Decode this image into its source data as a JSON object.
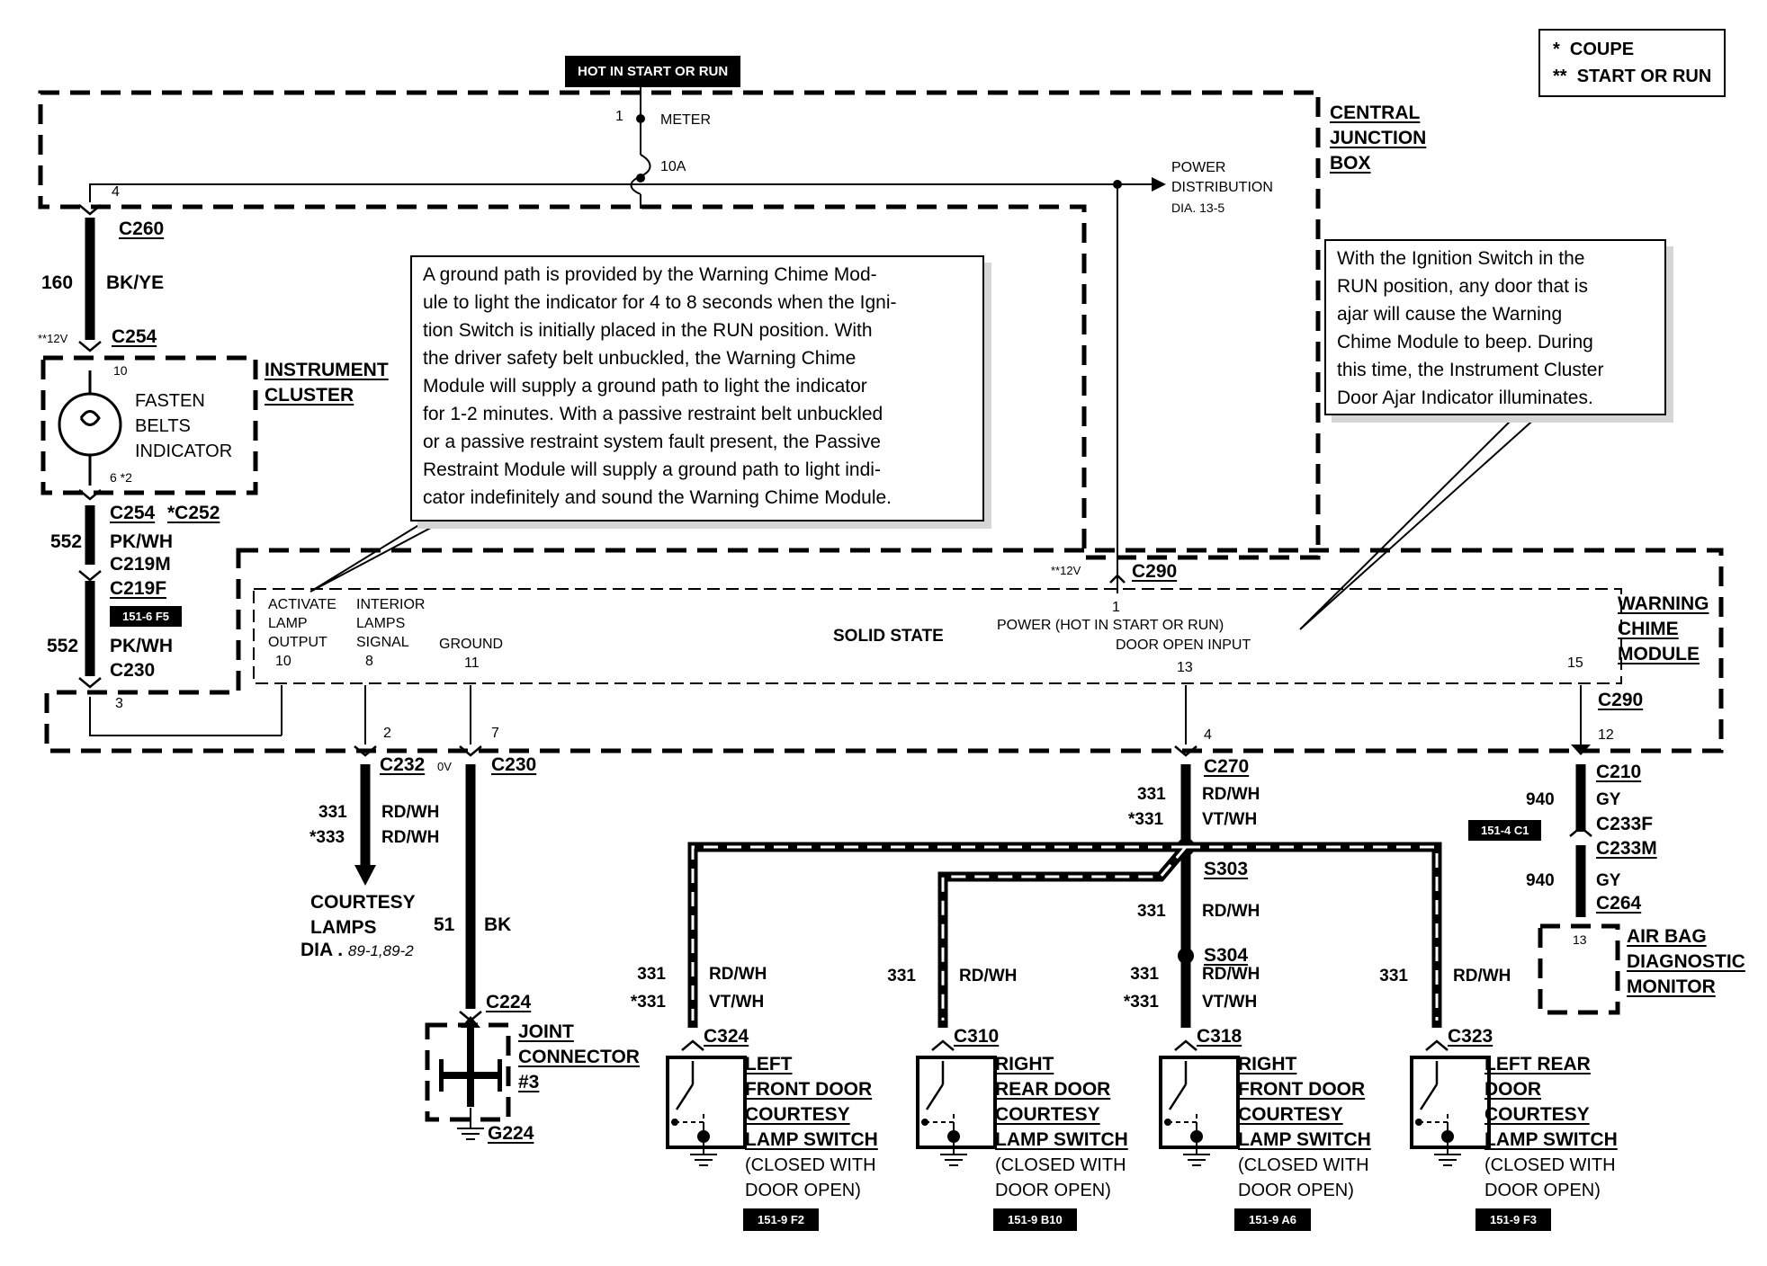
{
  "top_tag": "HOT IN START OR RUN",
  "legend": {
    "items": [
      {
        "mark": "*",
        "label": "COUPE"
      },
      {
        "mark": "**",
        "label": "START OR RUN"
      }
    ]
  },
  "cjb": {
    "title_lines": [
      "CENTRAL",
      "JUNCTION",
      "BOX"
    ],
    "pin1": "1",
    "meter": "METER",
    "fuse": "10A",
    "pin4": "4",
    "power_dist_lines": [
      "POWER",
      "DISTRIBUTION"
    ],
    "power_dist_ref": "DIA. 13-5"
  },
  "left_chain": {
    "c260": "C260",
    "wire160": "160",
    "bkye": "BK/YE",
    "v12": "**12V",
    "c254_top": "C254",
    "pin10": "10",
    "pin6": "6 *2",
    "cluster_lines": [
      "INSTRUMENT",
      "CLUSTER"
    ],
    "indicator_lines": [
      "FASTEN",
      "BELTS",
      "INDICATOR"
    ],
    "c254_bot": "C254",
    "c252": "*C252",
    "wire552a": "552",
    "pkwh_a": "PK/WH",
    "c219m": "C219M",
    "c219f": "C219F",
    "tag": "151-6 F5",
    "wire552b": "552",
    "pkwh_b": "PK/WH",
    "c230": "C230",
    "pin3": "3"
  },
  "notes": {
    "left": "A ground path is provided by the Warning Chime Mod-\nule to light the indicator for 4 to 8 seconds when the Igni-\ntion Switch is initially placed in the RUN position. With\nthe driver safety belt unbuckled, the Warning Chime\nModule will supply a ground path to light the  indicator\nfor 1-2 minutes. With a passive restraint belt unbuckled\nor a passive restraint system fault present, the Passive\nRestraint Module will supply a ground path to light indi-\ncator indefinitely and sound the Warning Chime  Module.",
    "right": "With the Ignition Switch in the\nRUN position, any door that is\najar will cause the Warning\nChime Module to beep.  During\nthis time, the Instrument Cluster\nDoor Ajar Indicator illuminates."
  },
  "module": {
    "title_lines": [
      "WARNING",
      "CHIME",
      "MODULE"
    ],
    "solid_state": "SOLID  STATE",
    "v12": "**12V",
    "c290_top": "C290",
    "pin1": "1",
    "power_label": "POWER (HOT IN START OR RUN)",
    "door_open": "DOOR OPEN INPUT",
    "activate_lines": [
      "ACTIVATE",
      "LAMP",
      "OUTPUT",
      "10"
    ],
    "interior_lines": [
      "INTERIOR",
      "LAMPS",
      "SIGNAL",
      "8"
    ],
    "ground_lines": [
      "GROUND",
      "11"
    ],
    "pin13": "13",
    "pin15": "15",
    "c290_right": "C290",
    "pin12": "12"
  },
  "courtesy": {
    "pin2": "2",
    "c232": "C232",
    "w331": "331",
    "rdwh1": "RD/WH",
    "w333": "*333",
    "rdwh2": "RD/WH",
    "lamps_lines": [
      "COURTESY",
      "LAMPS"
    ],
    "dia": "DIA .",
    "dia_ref": "89-1,89-2"
  },
  "ground": {
    "pin7": "7",
    "v0": "0V",
    "c230": "C230",
    "w51": "51",
    "bk": "BK",
    "c224": "C224",
    "joint_lines": [
      "JOINT",
      "CONNECTOR",
      "#3"
    ],
    "g224": "G224"
  },
  "door_bus": {
    "pin4": "4",
    "c270": "C270",
    "w331": "331",
    "rdwh": "RD/WH",
    "w331s": "*331",
    "vtwh": "VT/WH",
    "s303": "S303",
    "w331b": "331",
    "rdwh_b": "RD/WH",
    "s304": "S304"
  },
  "airbag": {
    "c210": "C210",
    "w940a": "940",
    "gy_a": "GY",
    "c233f": "C233F",
    "tag": "151-4 C1",
    "c233m": "C233M",
    "w940b": "940",
    "gy_b": "GY",
    "c264": "C264",
    "pin13": "13",
    "title_lines": [
      "AIR BAG",
      "DIAGNOSTIC",
      "MONITOR"
    ]
  },
  "switches": [
    {
      "wire_lines": [
        "331",
        "*331"
      ],
      "color_lines": [
        "RD/WH",
        "VT/WH"
      ],
      "conn": "C324",
      "title_lines": [
        "LEFT",
        "FRONT DOOR",
        "COURTESY",
        "LAMP SWITCH"
      ],
      "note_lines": [
        "(CLOSED WITH",
        "DOOR OPEN)"
      ],
      "tag": "151-9 F2"
    },
    {
      "wire_lines": [
        "331"
      ],
      "color_lines": [
        "RD/WH"
      ],
      "conn": "C310",
      "title_lines": [
        "RIGHT",
        "REAR DOOR",
        "COURTESY",
        "LAMP SWITCH"
      ],
      "note_lines": [
        "(CLOSED WITH",
        "DOOR OPEN)"
      ],
      "tag": "151-9 B10"
    },
    {
      "wire_lines": [
        "331",
        "*331"
      ],
      "color_lines": [
        "RD/WH",
        "VT/WH"
      ],
      "conn": "C318",
      "title_lines": [
        "RIGHT",
        "FRONT DOOR",
        "COURTESY",
        "LAMP SWITCH"
      ],
      "note_lines": [
        "(CLOSED WITH",
        "DOOR OPEN)"
      ],
      "tag": "151-9 A6"
    },
    {
      "wire_lines": [
        "331"
      ],
      "color_lines": [
        "RD/WH"
      ],
      "conn": "C323",
      "title_lines": [
        "LEFT REAR",
        "DOOR",
        "COURTESY",
        "LAMP SWITCH"
      ],
      "note_lines": [
        "(CLOSED WITH",
        "DOOR OPEN)"
      ],
      "tag": "151-9 F3"
    }
  ]
}
